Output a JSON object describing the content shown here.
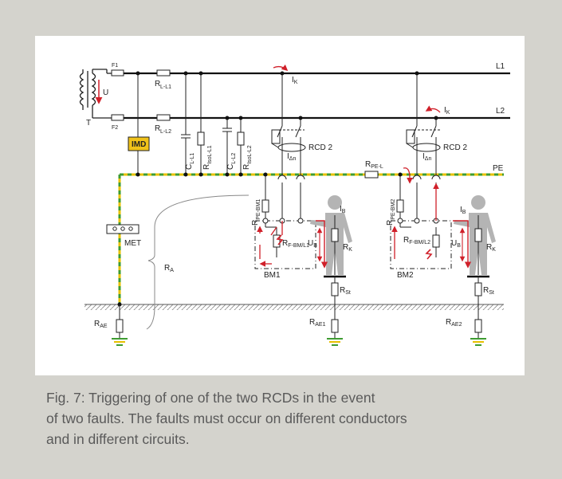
{
  "labels": {
    "f1": "F1",
    "f2": "F2",
    "rll1": "R",
    "rll1_sub": "L-L1",
    "rll2": "R",
    "rll2_sub": "L-L2",
    "l1": "L1",
    "l2": "L2",
    "u": "U",
    "t": "T",
    "imd": "IMD",
    "cll1": "C",
    "cll1_sub": "L-L1",
    "risol1": "R",
    "risol1_sub": "IsoL-L1",
    "cll2": "C",
    "cll2_sub": "L-L2",
    "risol2": "R",
    "risol2_sub": "IsoL-L2",
    "ik1": "I",
    "ik1_sub": "K",
    "ik2": "I",
    "ik2_sub": "K",
    "rcd1": "RCD 2",
    "rcd2": "RCD 2",
    "idn1": "I",
    "idn1_sub": "Δn",
    "idn2": "I",
    "idn2_sub": "Δn",
    "rpel": "R",
    "rpel_sub": "PE-L",
    "pe": "PE",
    "rpebm1": "R",
    "rpebm1_sub": "PE-BM1",
    "rpebm2": "R",
    "rpebm2_sub": "PE-BM2",
    "ib1": "I",
    "ib1_sub": "B",
    "ib2": "I",
    "ib2_sub": "B",
    "ub1": "U",
    "ub1_sub": "B",
    "ub2": "U",
    "ub2_sub": "B",
    "rk1": "R",
    "rk1_sub": "K",
    "rk2": "R",
    "rk2_sub": "K",
    "rfbm1": "R",
    "rfbm1_sub": "F-BM/L1",
    "rfbm2": "R",
    "rfbm2_sub": "F-BM/L2",
    "bm1": "BM1",
    "bm2": "BM2",
    "met": "MET",
    "ra": "R",
    "ra_sub": "A",
    "rst1": "R",
    "rst1_sub": "St",
    "rst2": "R",
    "rst2_sub": "St",
    "rae": "R",
    "rae_sub": "AE",
    "rae1": "R",
    "rae1_sub": "AE1",
    "rae2": "R",
    "rae2_sub": "AE2"
  },
  "caption": {
    "line1": "Fig. 7: Triggering of one of the two RCDs in the event",
    "line2": "of two faults. The faults must occur on different conductors",
    "line3": "and in different circuits."
  },
  "colors": {
    "frame": "#d4d3cd",
    "panel": "#ffffff",
    "fault_current": "#d0202a",
    "pe_yellow": "#e7c000",
    "pe_green": "#3e9c32",
    "imd_fill": "#f0c219",
    "person": "#b4b4b4"
  }
}
